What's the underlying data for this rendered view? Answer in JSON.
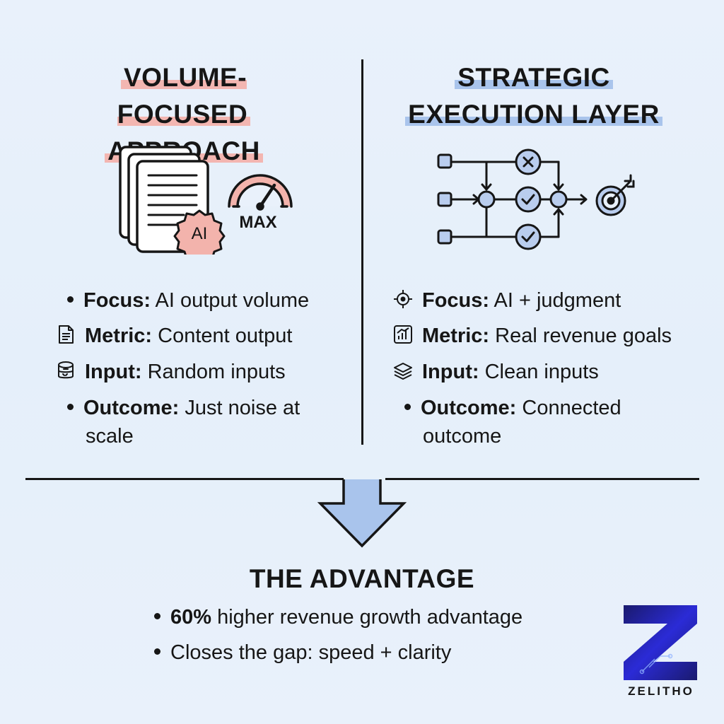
{
  "left": {
    "heading_line1": "VOLUME-FOCUSED",
    "heading_line2": "APPROACH",
    "gauge_label": "MAX",
    "badge_label": "AI",
    "items": [
      {
        "label": "Focus:",
        "text": "AI output volume",
        "icon": "bullet"
      },
      {
        "label": "Metric:",
        "text": "Content output",
        "icon": "document-icon"
      },
      {
        "label": "Input:",
        "text": "Random inputs",
        "icon": "database-icon"
      },
      {
        "label": "Outcome:",
        "text": "Just noise at",
        "text2": "scale",
        "icon": "bullet"
      }
    ]
  },
  "right": {
    "heading_line1": "STRATEGIC",
    "heading_line2": "EXECUTION LAYER",
    "items": [
      {
        "label": "Focus:",
        "text": "AI + judgment",
        "icon": "crosshair-icon"
      },
      {
        "label": "Metric:",
        "text": "Real revenue goals",
        "icon": "bar-chart-icon"
      },
      {
        "label": "Input:",
        "text": "Clean inputs",
        "icon": "layers-icon"
      },
      {
        "label": "Outcome:",
        "text": "Connected",
        "text2": "outcome",
        "icon": "bullet"
      }
    ]
  },
  "advantage": {
    "title": "THE ADVANTAGE",
    "line1_bold": "60%",
    "line1_rest": " higher revenue growth advantage",
    "line2": "Closes the gap: speed + clarity"
  },
  "logo": {
    "letter": "Z",
    "text": "ZELITHO",
    "colors": {
      "dark": "#1a1a6e",
      "mid": "#2b2bd6",
      "light": "#3a3aff"
    }
  },
  "colors": {
    "accent_red": "#f3b6b1",
    "accent_blue": "#a9c4ec",
    "icon_fill_blue": "#b9cdee",
    "arrow_fill": "#a9c4ec"
  }
}
